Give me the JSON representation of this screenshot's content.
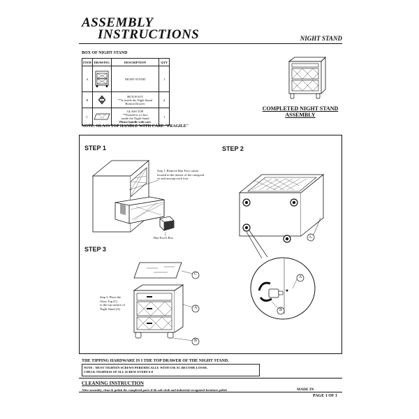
{
  "header": {
    "title_line1": "ASSEMBLY",
    "title_line2": "INSTRUCTIONS",
    "product": "NIGHT STAND"
  },
  "box": {
    "label": "BOX OF NIGHT STAND",
    "columns": [
      "ITEM",
      "DRAWING",
      "DESCRIPTION",
      "QTY"
    ],
    "rows": [
      {
        "item": "A",
        "description": "NIGHT STAND",
        "note": "",
        "note2": "",
        "qty": "1"
      },
      {
        "item": "B",
        "description": "BUN FOOT",
        "note": "**Is inside the Night Stand",
        "note2": "Bottom Drawer",
        "qty": "4"
      },
      {
        "item": "C",
        "description": "GLASS TOP",
        "note": "**Packed in a s   box",
        "note2": "inside the Night Stand",
        "note3": "Please handle with care",
        "qty": "1"
      }
    ]
  },
  "glass_note": "NOTE: GLASS TOP HANDLE WITH CARE \"FRAGILE\"",
  "completed": {
    "line1": "COMPLETED NIGHT STAND",
    "line2": "ASSEMBLY"
  },
  "steps": {
    "step1": {
      "label": "STEP 1",
      "text1": "Step 1: Remove Bun Foot carton",
      "text2": "located in the drawer of the casegood",
      "text3": "     ve and unwrap each foot",
      "box_label": "Bun Foot's Box"
    },
    "step2": {
      "label": "STEP 2",
      "callout_a1": "A",
      "callout_a2": "A",
      "callout_b": "B"
    },
    "step3": {
      "label": "STEP 3",
      "text1": "Step 3: Place the",
      "text2": "Glass Top (C)",
      "text3": "to the top surface of",
      "text4": "Night Stand (A)",
      "callout_c": "C",
      "callout_a": "A",
      "callout_b": "B"
    }
  },
  "footer": {
    "tipping": "THE        TIPPING HARDWARE IS I            THE TOP DRAWER OF THE NIGHT STAND.",
    "note_line1": "NOTE : MUST TIGHTEN SCREWS PERIODICALLY. WITH USE SC          BECOME LOOSE.",
    "note_line2": "CHECK TIGHNESS OF ALL SCREW EVERY 6-8",
    "clean_title": "CLEANING INSTRUCTION",
    "clean_text": "After assembly, clean & polish the completed parts if         ith soft cloth and industrial recognized furniture polish",
    "made_in": "MADE IN",
    "page": "PAGE 1 OF 1"
  },
  "colors": {
    "ink": "#111111",
    "blur": "#c8c8c8"
  }
}
